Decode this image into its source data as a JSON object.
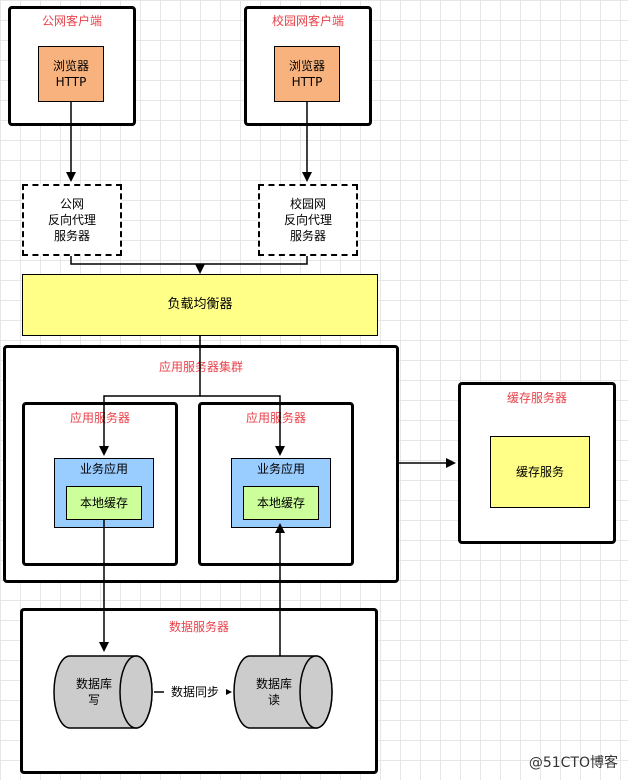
{
  "clients": {
    "public": {
      "title": "公网客户端",
      "browser": "浏览器\nHTTP"
    },
    "campus": {
      "title": "校园网客户端",
      "browser": "浏览器\nHTTP"
    }
  },
  "proxies": {
    "public": "公网\n反向代理\n服务器",
    "campus": "校园网\n反向代理\n服务器"
  },
  "load_balancer": "负载均衡器",
  "cluster": {
    "title": "应用服务器集群",
    "servers": [
      {
        "title": "应用服务器",
        "app": "业务应用",
        "cache": "本地缓存"
      },
      {
        "title": "应用服务器",
        "app": "业务应用",
        "cache": "本地缓存"
      }
    ]
  },
  "cache_server": {
    "title": "缓存服务器",
    "service": "缓存服务"
  },
  "db_server": {
    "title": "数据服务器",
    "write": "数据库\n写",
    "read": "数据库\n读",
    "sync": "数据同步"
  },
  "watermark": "@51CTO博客"
}
